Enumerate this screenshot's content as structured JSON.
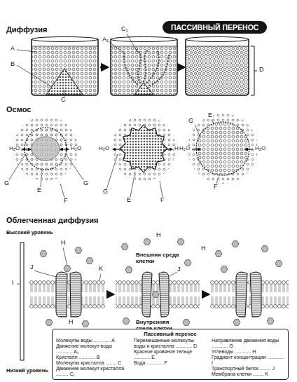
{
  "diagram": {
    "title": "ПАССИВНЫЙ ПЕРЕНОС",
    "nodes": [
      {
        "text": [
          "Пассивный перенос",
          "Молекулы воды ............ A",
          "Движение молекул воды ............ A₁",
          "Кристалл ............ B",
          "Молекулы кристалла ........ C",
          "Движение молекул кристалла ......... C₁",
          "Перемешанные молекулы воды и кристалла ............ D",
          "Красное кровяное тельце ............ E",
          "Вода ............ F",
          "Направление движения воды ............ G",
          "Углеводы ............ H",
          "Градиент концентрации ............ I",
          "Транспортный белок ........ J",
          "Мембрана клетки ........ K"
        ]
      }
    ],
    "labels": [
      "Диффузия",
      "C₁",
      "A₁",
      "A",
      "B",
      "C",
      "D",
      "Осмос",
      "H₂O",
      "H₂O",
      "G",
      "E",
      "F",
      "G",
      "H₂O",
      "H₂O",
      "G",
      "E",
      "F",
      "G",
      "E",
      "H₂O",
      "H₂O",
      "F",
      "Облегченная диффузия",
      "Высокий уровень",
      "H",
      "H",
      "H",
      "J",
      "K",
      "J",
      "I",
      "Внешняя среда клетки",
      "Внутренняя среда клетки",
      "H",
      "Низкий уровень"
    ]
  }
}
